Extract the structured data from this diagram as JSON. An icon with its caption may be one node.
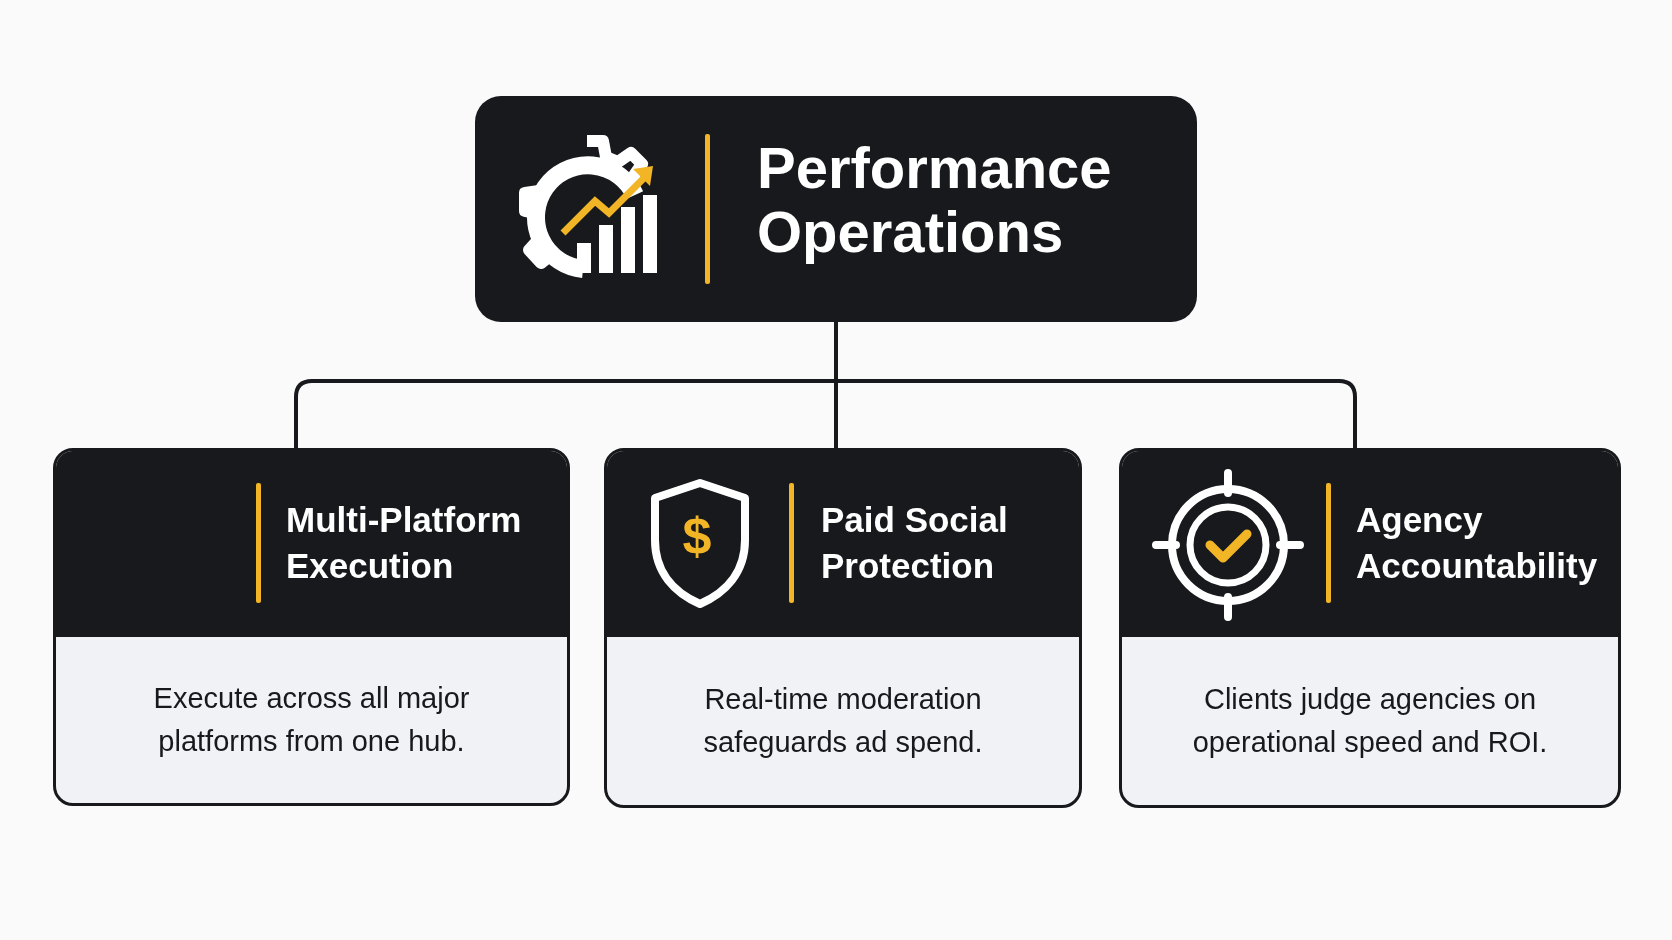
{
  "diagram": {
    "nodes": [
      {
        "text": [
          "Performance Operations"
        ]
      },
      {
        "text": [
          "Multi-Platform Execution",
          "Execute across all major platforms from one hub."
        ]
      },
      {
        "text": [
          "Paid Social Protection",
          "Real-time moderation safeguards ad spend."
        ]
      },
      {
        "text": [
          "Agency Accountability",
          "Clients judge agencies on operational speed and ROI."
        ]
      }
    ],
    "edges": [
      {
        "from": 0,
        "to": 1,
        "arrow": "none"
      },
      {
        "from": 0,
        "to": 2,
        "arrow": "none"
      },
      {
        "from": 0,
        "to": 3,
        "arrow": "none"
      }
    ],
    "labels": [
      "$"
    ]
  }
}
